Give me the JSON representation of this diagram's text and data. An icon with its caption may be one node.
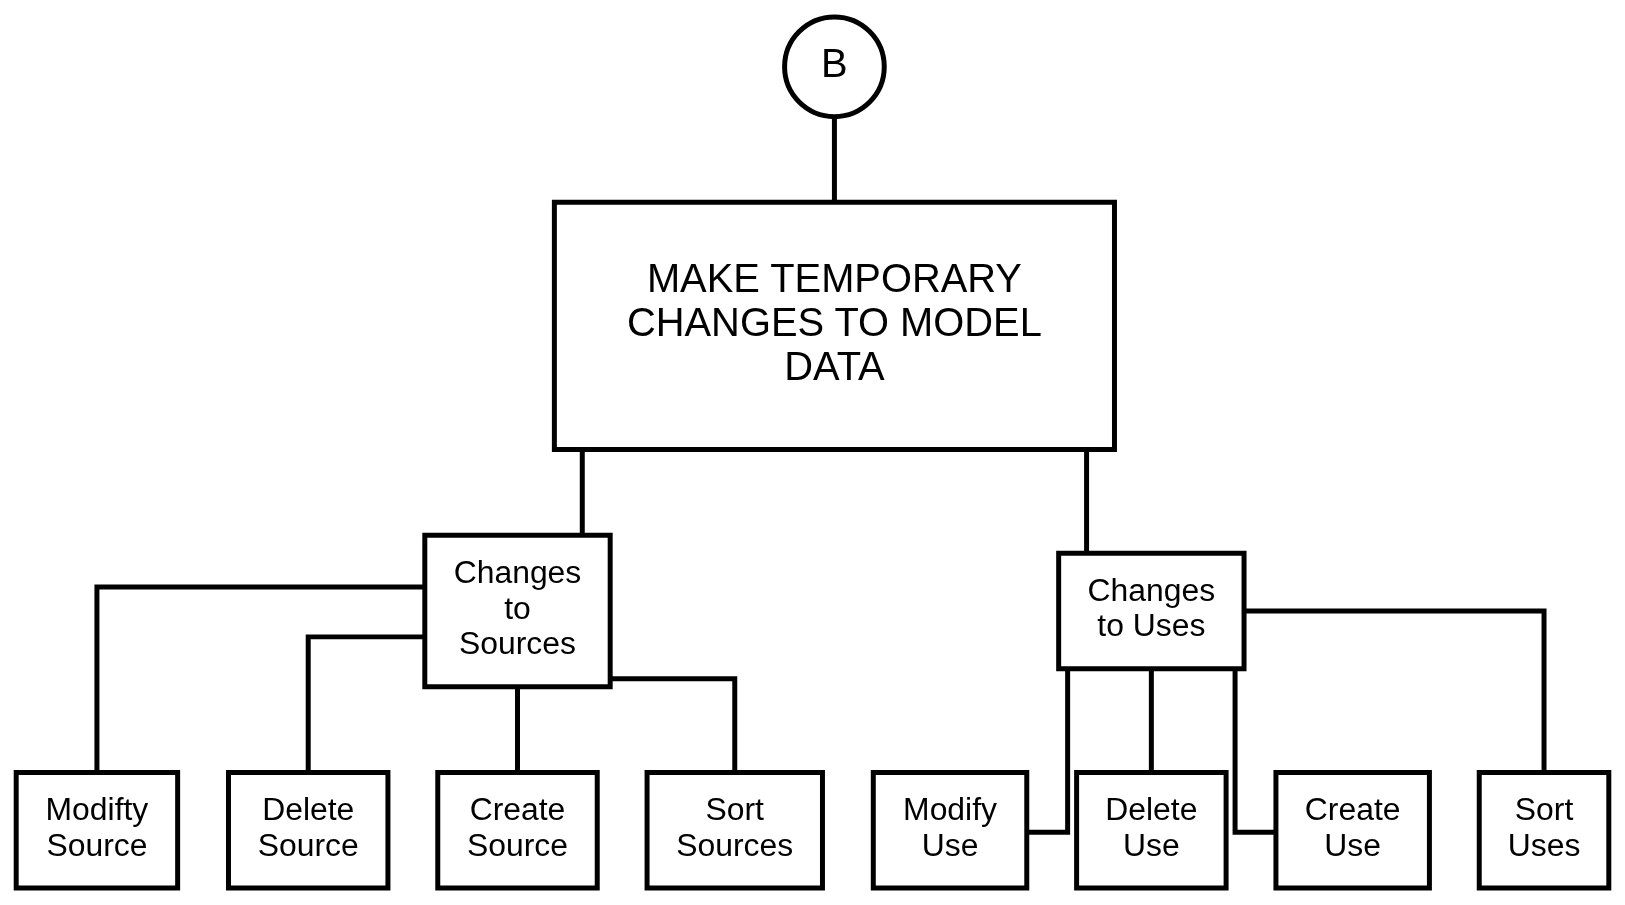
{
  "diagram": {
    "nodes": [
      {
        "text": [
          "B"
        ]
      },
      {
        "text": [
          "MAKE TEMPORARY CHANGES TO MODEL DATA"
        ]
      },
      {
        "text": [
          "Changes to Sources"
        ]
      },
      {
        "text": [
          "Changes to Uses"
        ]
      },
      {
        "text": [
          "Modifty Source"
        ]
      },
      {
        "text": [
          "Delete Source"
        ]
      },
      {
        "text": [
          "Create Source"
        ]
      },
      {
        "text": [
          "Sort Sources"
        ]
      },
      {
        "text": [
          "Modify Use"
        ]
      },
      {
        "text": [
          "Delete Use"
        ]
      },
      {
        "text": [
          "Create Use"
        ]
      },
      {
        "text": [
          "Sort Uses"
        ]
      }
    ],
    "edges": [
      {
        "from": 0,
        "to": 1,
        "arrow": "none"
      },
      {
        "from": 1,
        "to": 2,
        "arrow": "none"
      },
      {
        "from": 1,
        "to": 3,
        "arrow": "none"
      },
      {
        "from": 2,
        "to": 4,
        "arrow": "none"
      },
      {
        "from": 2,
        "to": 5,
        "arrow": "none"
      },
      {
        "from": 2,
        "to": 6,
        "arrow": "none"
      },
      {
        "from": 2,
        "to": 7,
        "arrow": "none"
      },
      {
        "from": 3,
        "to": 8,
        "arrow": "none"
      },
      {
        "from": 3,
        "to": 9,
        "arrow": "none"
      },
      {
        "from": 3,
        "to": 10,
        "arrow": "none"
      },
      {
        "from": 3,
        "to": 11,
        "arrow": "none"
      }
    ]
  }
}
